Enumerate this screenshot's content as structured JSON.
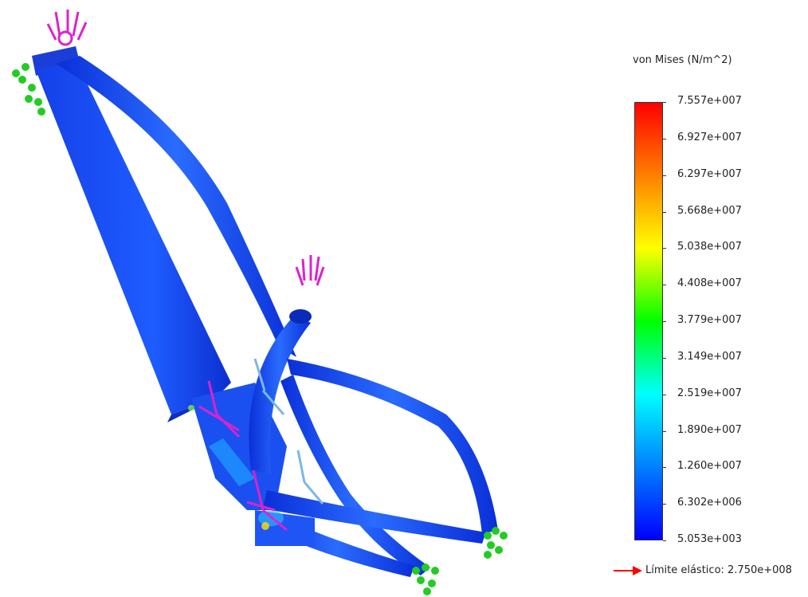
{
  "legend": {
    "title": "von Mises (N/m^2)",
    "ticks": [
      "7.557e+007",
      "6.927e+007",
      "6.297e+007",
      "5.668e+007",
      "5.038e+007",
      "4.408e+007",
      "3.779e+007",
      "3.149e+007",
      "2.519e+007",
      "1.890e+007",
      "1.260e+007",
      "6.302e+006",
      "5.053e+003"
    ],
    "yield_label": "Límite elástico: 2.750e+008",
    "colors": [
      "#ff0000",
      "#ff8000",
      "#ffff00",
      "#00ff00",
      "#00ffff",
      "#0080ff",
      "#0000ff"
    ]
  },
  "markers": {
    "fixture_color": "#22cc22",
    "load_color": "#dd22cc",
    "yield_arrow_color": "#ff0000"
  }
}
